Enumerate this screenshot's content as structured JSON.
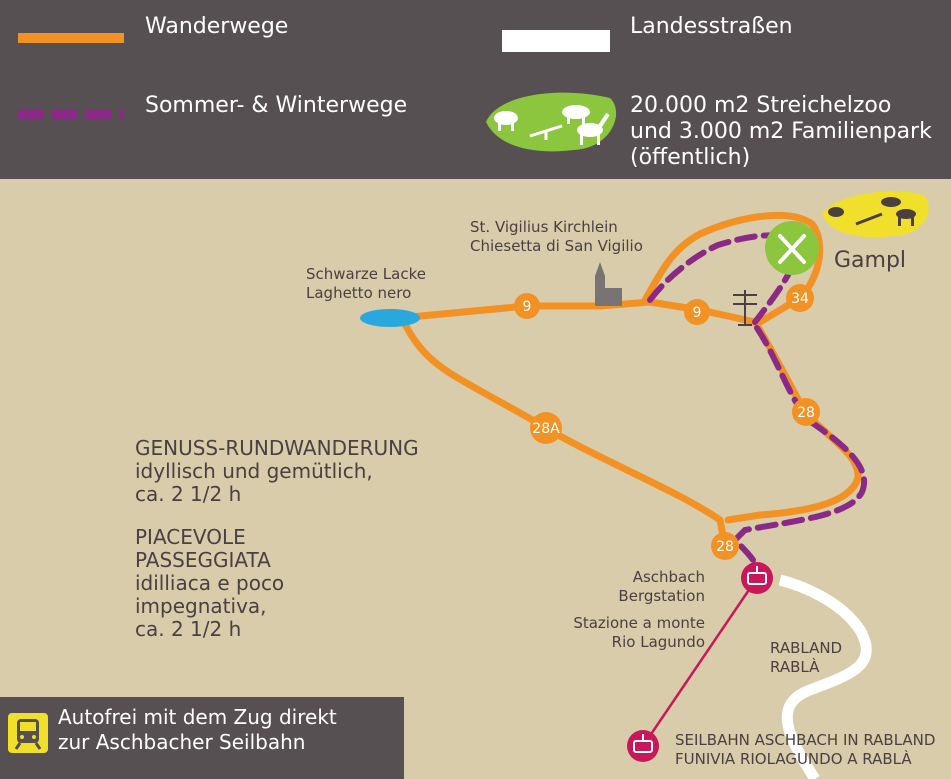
{
  "colors": {
    "legend_bg": "#575052",
    "map_bg": "#d8ccaa",
    "trail": "#f39224",
    "summer_winter": "#8b2a86",
    "road": "#ffffff",
    "petting_zoo": "#8cc63f",
    "gampl_zoo": "#f1e02b",
    "cable_car": "#c8185a",
    "lake": "#2aa7dd",
    "church": "#7a7373",
    "text": "#4a4042"
  },
  "legend": {
    "hiking_trails": "Wanderwege",
    "summer_winter_trails": "Sommer- & Winterwege",
    "state_roads": "Landesstraßen",
    "petting_zoo_line1": "20.000 m2 Streichelzoo",
    "petting_zoo_line2": "und 3.000 m2 Familienpark",
    "petting_zoo_line3": "(öffentlich)"
  },
  "places": {
    "church_de": "St. Vigilius Kirchlein",
    "church_it": "Chiesetta di San Vigilio",
    "lake_de": "Schwarze Lacke",
    "lake_it": "Laghetto nero",
    "gampl": "Gampl",
    "station_de_1": "Aschbach",
    "station_de_2": "Bergstation",
    "station_it_1": "Stazione a monte",
    "station_it_2": "Rio Lagundo",
    "rabland_de": "RABLAND",
    "rabland_it": "RABLÀ",
    "cableway_de": "SEILBAHN ASCHBACH IN RABLAND",
    "cableway_it": "FUNIVIA RIOLAGUNDO A RABLÀ"
  },
  "trail_markers": [
    "9",
    "9",
    "34",
    "28A",
    "28",
    "28"
  ],
  "tour": {
    "de_title": "GENUSS-RUNDWANDERUNG",
    "de_line1": "idyllisch und gemütlich,",
    "de_line2": "ca. 2 1/2 h",
    "it_title1": "PIACEVOLE",
    "it_title2": "PASSEGGIATA",
    "it_line1": "idilliaca e poco",
    "it_line2": "impegnativa,",
    "it_line3": "ca. 2 1/2 h"
  },
  "train": {
    "line1": "Autofrei mit dem Zug direkt",
    "line2": "zur Aschbacher Seilbahn"
  }
}
